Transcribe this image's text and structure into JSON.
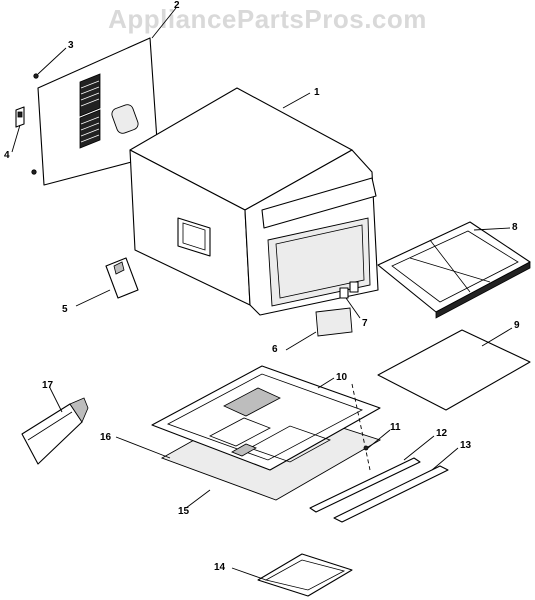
{
  "watermark": "AppliancePartsPros.com",
  "callouts": [
    {
      "id": "1",
      "label": "1"
    },
    {
      "id": "2",
      "label": "2"
    },
    {
      "id": "3",
      "label": "3"
    },
    {
      "id": "4",
      "label": "4"
    },
    {
      "id": "5",
      "label": "5"
    },
    {
      "id": "6",
      "label": "6"
    },
    {
      "id": "7",
      "label": "7"
    },
    {
      "id": "8",
      "label": "8"
    },
    {
      "id": "9",
      "label": "9"
    },
    {
      "id": "10",
      "label": "10"
    },
    {
      "id": "11",
      "label": "11"
    },
    {
      "id": "12",
      "label": "12"
    },
    {
      "id": "13",
      "label": "13"
    },
    {
      "id": "14",
      "label": "14"
    },
    {
      "id": "15",
      "label": "15"
    },
    {
      "id": "16",
      "label": "16"
    },
    {
      "id": "17",
      "label": "17"
    }
  ]
}
